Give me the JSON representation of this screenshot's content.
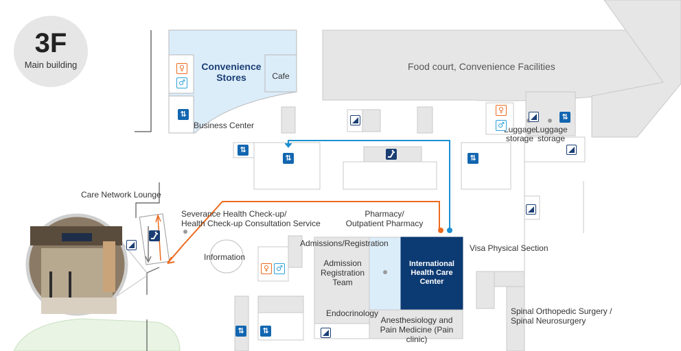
{
  "floor": {
    "number": "3F",
    "building": "Main building"
  },
  "labels": {
    "convenience_stores": "Convenience\nStores",
    "cafe": "Cafe",
    "business_center": "Business Center",
    "food_court": "Food court, Convenience Facilities",
    "luggage_1": "Luggage\nstorage",
    "luggage_2": "Luggage\nstorage",
    "care_network": "Care Network Lounge",
    "checkup": "Severance Health Check-up/\nHealth Check-up Consultation Service",
    "information": "Information",
    "pharmacy": "Pharmacy/\nOutpatient Pharmacy",
    "admissions_registration": "Admissions/Registration",
    "admission_team": "Admission\nRegistration\nTeam",
    "international_center": "International\nHealth Care\nCenter",
    "visa": "Visa Physical Section",
    "endocrinology": "Endocrinology",
    "anesthesiology": "Anesthesiology and\nPain Medicine (Pain clinic)",
    "spinal": "Spinal Orthopedic Surgery /\nSpinal Neurosurgery"
  },
  "icons": {
    "elevator": "⇅",
    "escalator": "escalator",
    "stairs": "stairs",
    "restroom_female": "♀",
    "restroom_male": "♂"
  },
  "colors": {
    "highlight_room": "#0c3a72",
    "convenience_area": "#dcedfa",
    "food_court_area": "#e6e6e6",
    "route_orange": "#ec6a1e",
    "route_blue": "#1a8fd0",
    "garden": "#e9f4e4"
  }
}
